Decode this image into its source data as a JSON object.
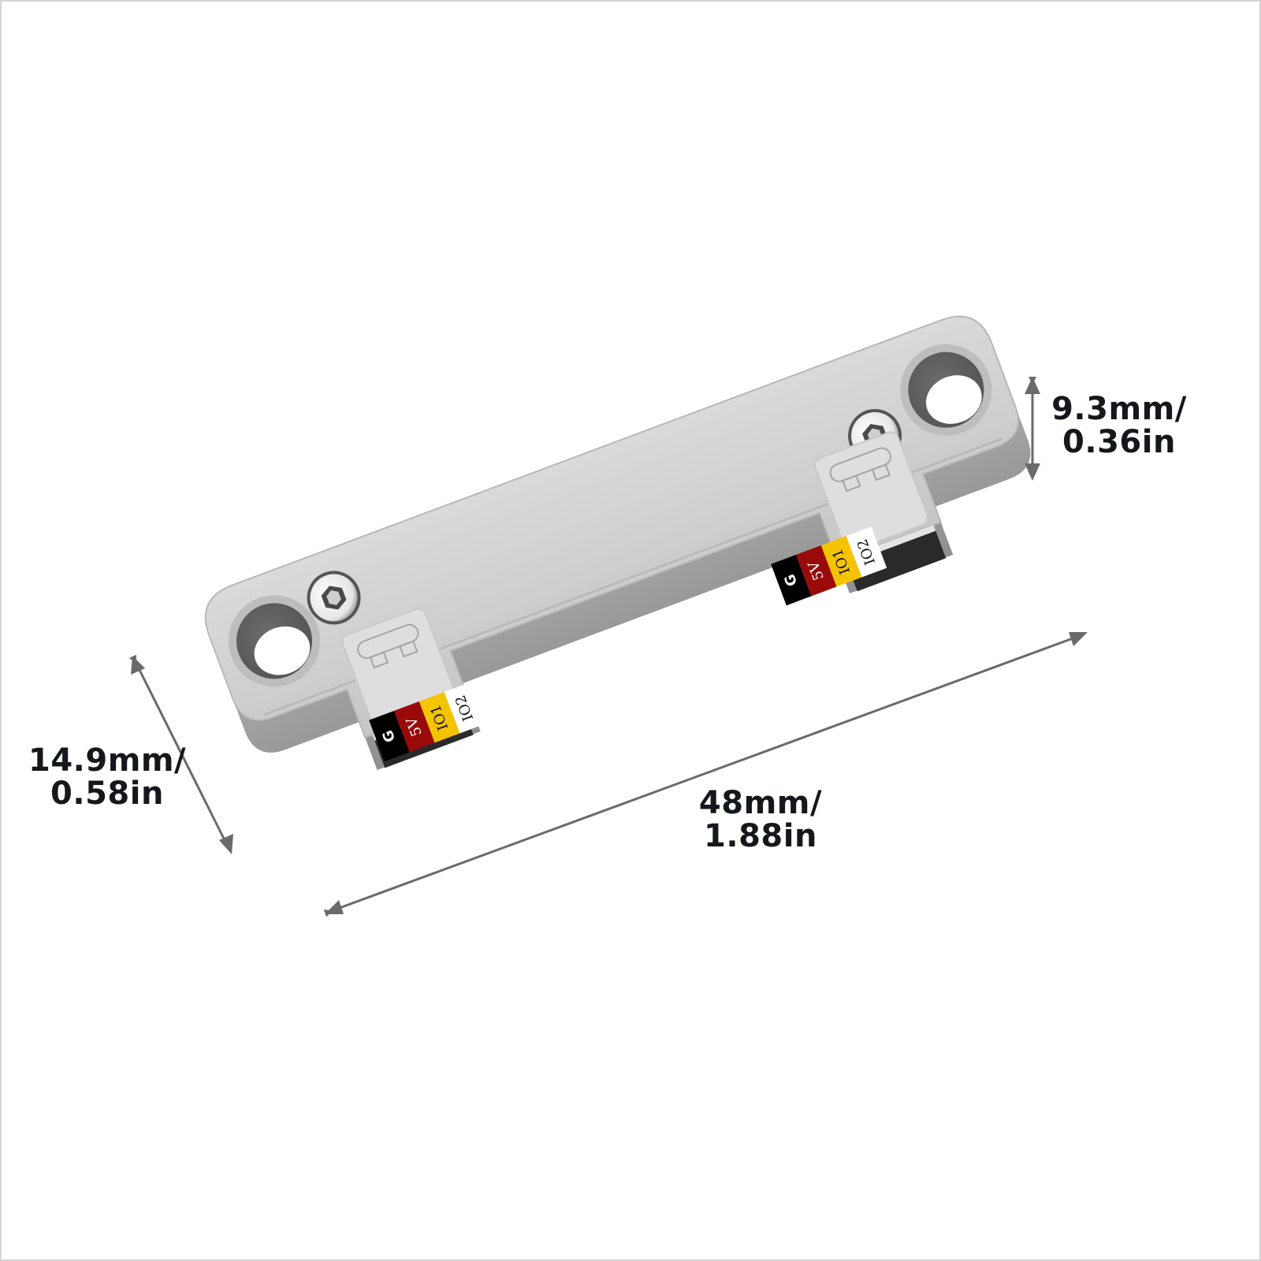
{
  "image": {
    "subject": "Dual connector grey plastic module bracket with two pin-labelled ports",
    "background_color": "#ffffff",
    "frame_border_color": "#d4d4d4",
    "body_color": "#cfcfcf",
    "arrow_color": "#6a6a6a"
  },
  "dimensions": {
    "height": {
      "mm": "9.3mm/",
      "in": "0.36in"
    },
    "depth": {
      "mm": "14.9mm/",
      "in": "0.58in"
    },
    "length": {
      "mm": "48mm/",
      "in": "1.88in"
    }
  },
  "ports": [
    {
      "name": "left-port",
      "pins": [
        {
          "label": "G",
          "bg": "#000000",
          "fg": "#ffffff"
        },
        {
          "label": "5V",
          "bg": "#9b0a0a",
          "fg": "#ffffff"
        },
        {
          "label": "IO1",
          "bg": "#f5c400",
          "fg": "#111111"
        },
        {
          "label": "IO2",
          "bg": "#ffffff",
          "fg": "#111111"
        }
      ]
    },
    {
      "name": "right-port",
      "pins": [
        {
          "label": "G",
          "bg": "#000000",
          "fg": "#ffffff"
        },
        {
          "label": "5V",
          "bg": "#9b0a0a",
          "fg": "#ffffff"
        },
        {
          "label": "IO1",
          "bg": "#f5c400",
          "fg": "#111111"
        },
        {
          "label": "IO2",
          "bg": "#ffffff",
          "fg": "#111111"
        }
      ]
    }
  ],
  "icons": [
    "hex-screw-icon",
    "mounting-hole-icon",
    "connector-diagram-icon"
  ]
}
